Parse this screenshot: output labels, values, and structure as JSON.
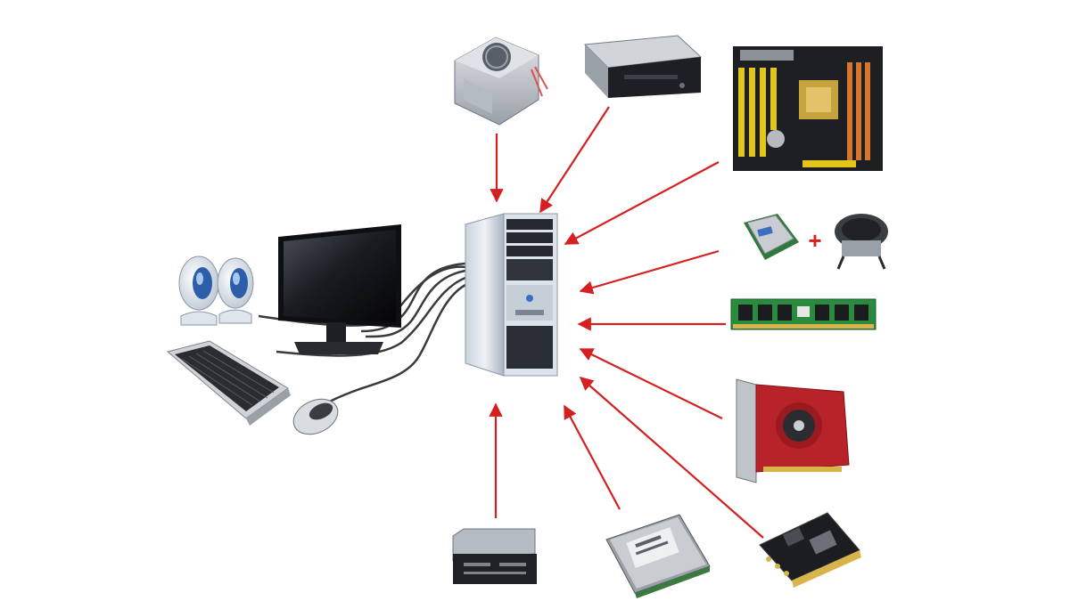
{
  "diagram": {
    "components": [
      {
        "id": "psu",
        "name": "power-supply"
      },
      {
        "id": "dvd",
        "name": "optical-drive"
      },
      {
        "id": "mobo",
        "name": "motherboard"
      },
      {
        "id": "cpu",
        "name": "processor-and-cooler"
      },
      {
        "id": "ram",
        "name": "memory-module"
      },
      {
        "id": "gpu",
        "name": "graphics-card"
      },
      {
        "id": "sound",
        "name": "sound-card"
      },
      {
        "id": "hdd",
        "name": "hard-disk-drive"
      },
      {
        "id": "reader",
        "name": "card-reader"
      }
    ],
    "peripherals": [
      "monitor",
      "speakers",
      "keyboard",
      "mouse"
    ],
    "plus_symbol": "+",
    "arrow_color": "#d42020",
    "cable_color": "#3a3a3a"
  }
}
